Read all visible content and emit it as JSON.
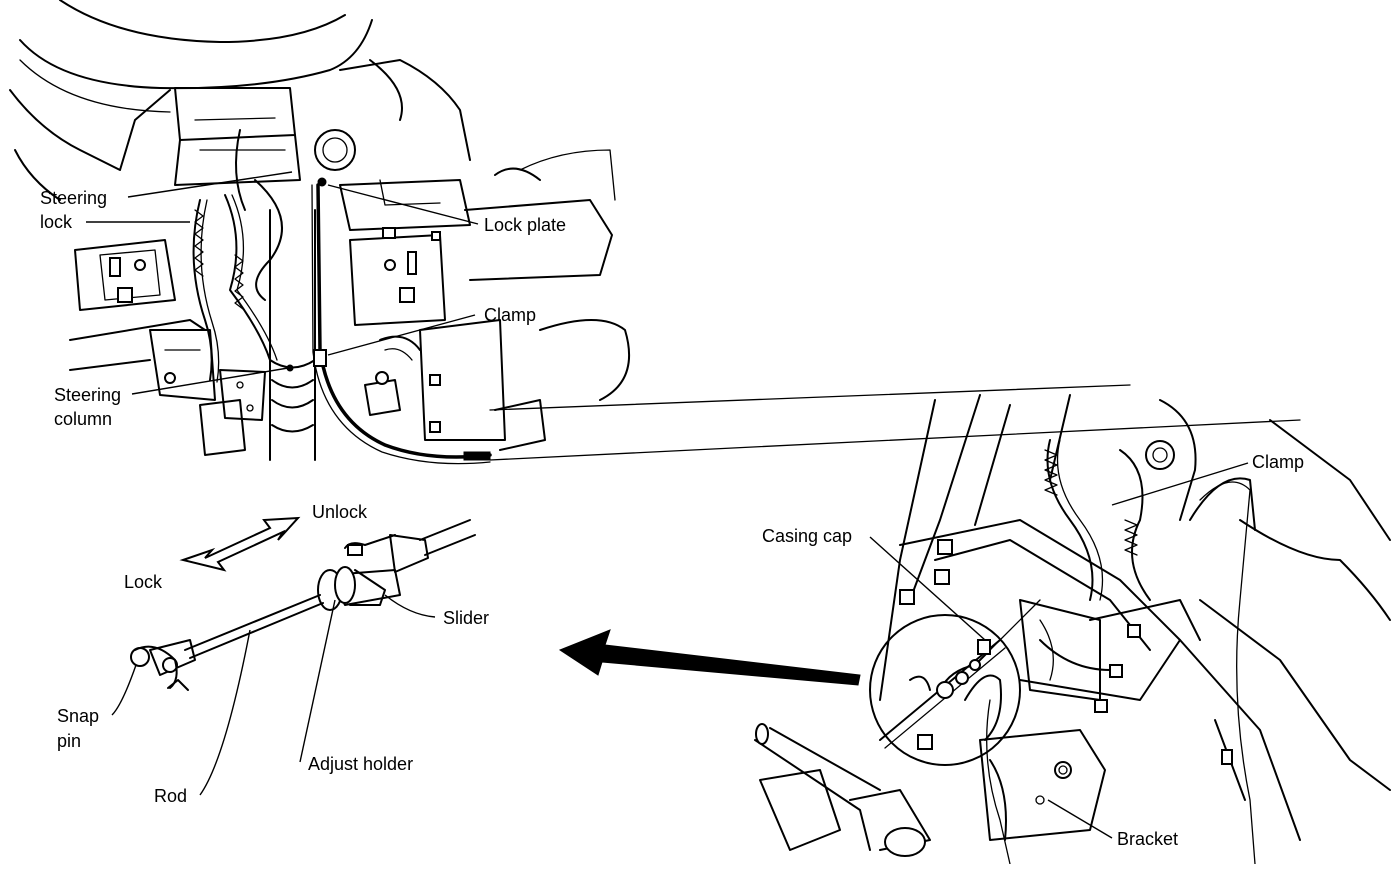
{
  "labels": {
    "steering_lock_line1": "Steering",
    "steering_lock_line2": "lock",
    "lock_plate": "Lock plate",
    "clamp_top": "Clamp",
    "steering_column_line1": "Steering",
    "steering_column_line2": "column",
    "unlock": "Unlock",
    "lock": "Lock",
    "slider": "Slider",
    "snap_pin_line1": "Snap",
    "snap_pin_line2": "pin",
    "adjust_holder": "Adjust holder",
    "rod": "Rod",
    "clamp_right": "Clamp",
    "casing_cap": "Casing cap",
    "bracket": "Bracket"
  }
}
